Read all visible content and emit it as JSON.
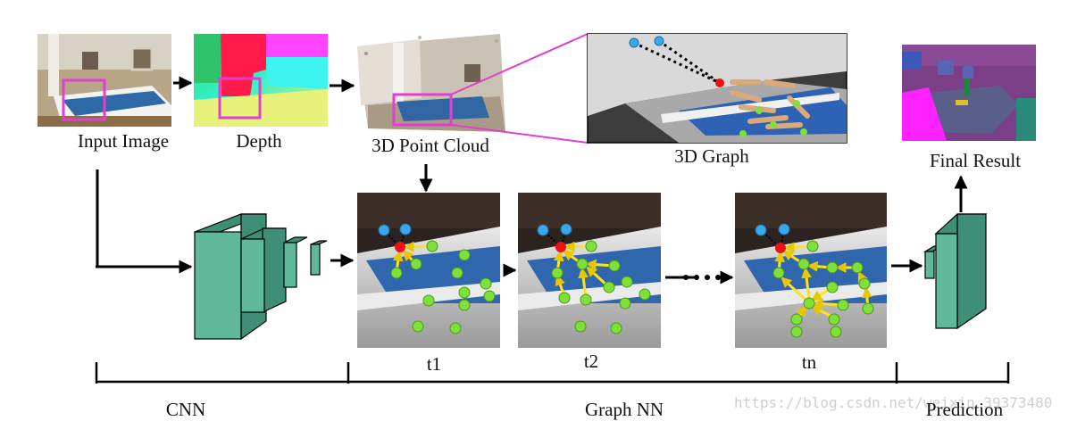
{
  "diagram": {
    "labels": {
      "input_image": "Input Image",
      "depth": "Depth",
      "point_cloud": "3D Point Cloud",
      "graph_3d": "3D Graph",
      "final_result": "Final Result",
      "t1": "t1",
      "t2": "t2",
      "tn": "tn",
      "cnn": "CNN",
      "graph_nn": "Graph NN",
      "prediction": "Prediction"
    },
    "watermark": "https://blog.csdn.net/weixin_39373480",
    "colors": {
      "cnn_block": "#5fb89a",
      "cnn_block_side": "#3f8f76",
      "highlight_box": "#e040d0",
      "node_green": "#7fe03a",
      "node_blue": "#3aa8e8",
      "node_red": "#ee1111",
      "arrow_yellow": "#ffe21a",
      "final_purple": "#7a3f86",
      "final_magenta": "#ff22ff",
      "final_slate": "#5a5f8a"
    }
  }
}
